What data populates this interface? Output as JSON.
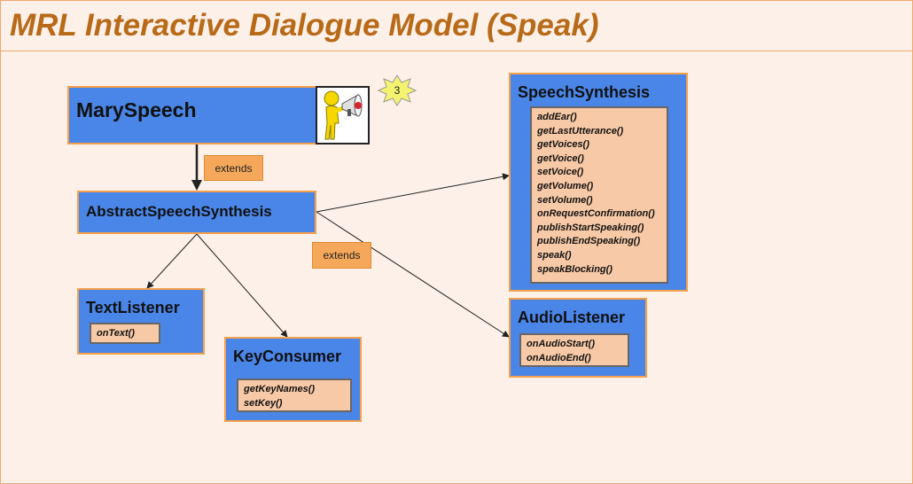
{
  "title": "MRL Interactive Dialogue Model (Speak)",
  "badge": "3",
  "notes": {
    "extends_top": "extends",
    "extends_right": "extends"
  },
  "classes": {
    "mary_speech": {
      "name": "MarySpeech"
    },
    "abstract_speech_synthesis": {
      "name": "AbstractSpeechSynthesis"
    },
    "speech_synthesis": {
      "name": "SpeechSynthesis",
      "methods": [
        "addEar()",
        "getLastUtterance()",
        "getVoices()",
        "getVoice()",
        "setVoice()",
        "getVolume()",
        "setVolume()",
        "onRequestConfirmation()",
        "publishStartSpeaking()",
        "publishEndSpeaking()",
        "speak()",
        "speakBlocking()"
      ]
    },
    "text_listener": {
      "name": "TextListener",
      "methods": [
        "onText()"
      ]
    },
    "key_consumer": {
      "name": "KeyConsumer",
      "methods": [
        "getKeyNames()",
        "setKey()"
      ]
    },
    "audio_listener": {
      "name": "AudioListener",
      "methods": [
        "onAudioStart()",
        "onAudioEnd()"
      ]
    }
  },
  "colors": {
    "class_fill": "#4a86e8",
    "class_border": "#f6a04c",
    "method_fill": "#f8c9a6",
    "note_fill": "#f6a85a",
    "title": "#b86a18",
    "background": "#fdf0e8"
  },
  "icons": {
    "speaker": "person-megaphone-icon",
    "badge": "star-badge-icon"
  }
}
